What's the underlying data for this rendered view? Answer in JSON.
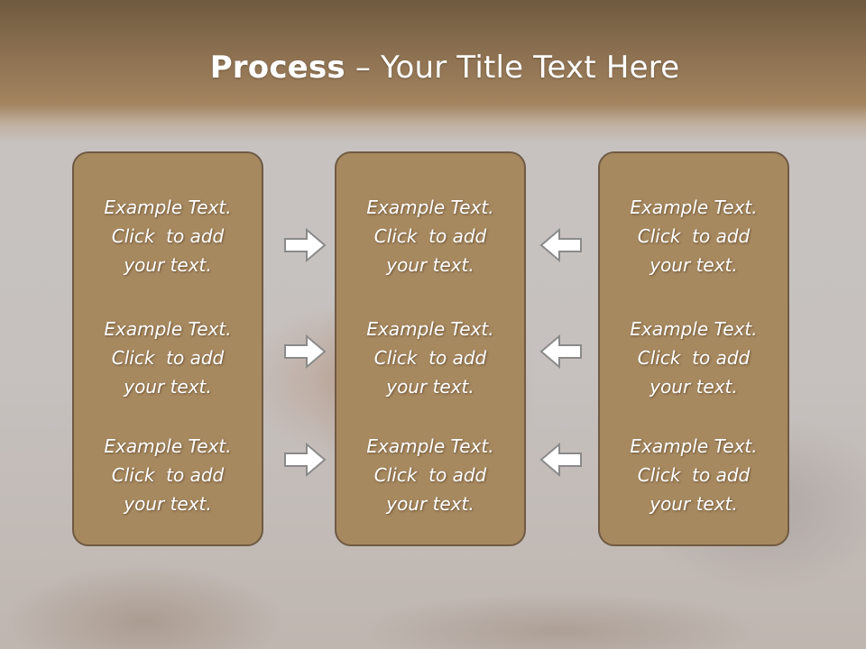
{
  "title": {
    "bold": "Process",
    "rest": " – Your Title Text Here"
  },
  "columns": {
    "left": [
      {
        "line1": "Example Text.",
        "line2": "Click  to add",
        "line3": "your text."
      },
      {
        "line1": "Example Text.",
        "line2": "Click  to add",
        "line3": "your text."
      },
      {
        "line1": "Example Text.",
        "line2": "Click  to add",
        "line3": "your text."
      }
    ],
    "middle": [
      {
        "line1": "Example Text.",
        "line2": "Click  to add",
        "line3": "your text."
      },
      {
        "line1": "Example Text.",
        "line2": "Click  to add",
        "line3": "your text."
      },
      {
        "line1": "Example Text.",
        "line2": "Click  to add",
        "line3": "your text."
      }
    ],
    "right": [
      {
        "line1": "Example Text.",
        "line2": "Click  to add",
        "line3": "your text."
      },
      {
        "line1": "Example Text.",
        "line2": "Click  to add",
        "line3": "your text."
      },
      {
        "line1": "Example Text.",
        "line2": "Click  to add",
        "line3": "your text."
      }
    ]
  },
  "arrows": {
    "left_to_middle": [
      "arrow-right-icon",
      "arrow-right-icon",
      "arrow-right-icon"
    ],
    "right_to_middle": [
      "arrow-left-icon",
      "arrow-left-icon",
      "arrow-left-icon"
    ]
  },
  "colors": {
    "title_band": "#8e7252",
    "box_fill": "#a78960",
    "box_border": "#6f5a43",
    "arrow_fill": "#ffffff",
    "arrow_stroke": "#8a8a8a"
  }
}
